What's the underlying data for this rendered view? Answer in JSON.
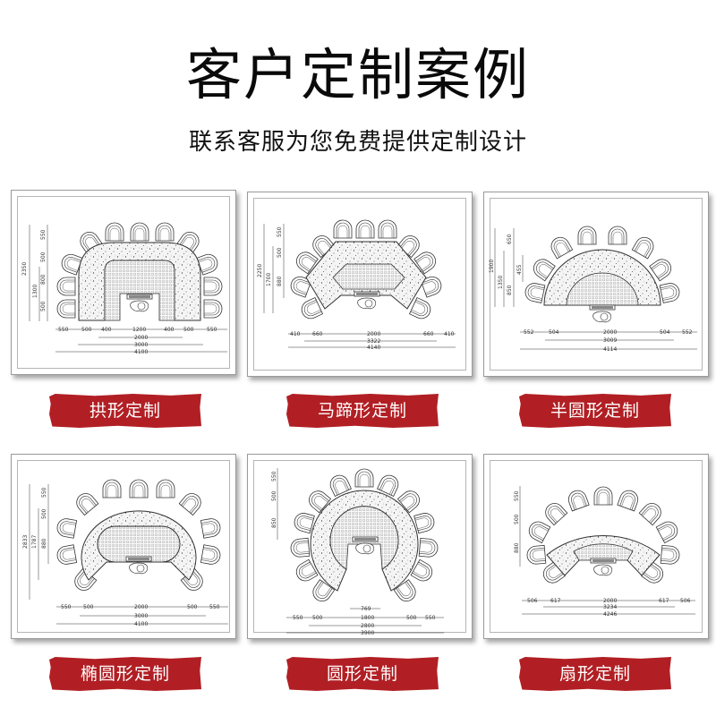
{
  "header": {
    "title": "客户定制案例",
    "subtitle": "联系客服为您免费提供定制设计"
  },
  "accent_color": "#b11f24",
  "cases": [
    {
      "label": "拱形定制",
      "shape": "arch",
      "vertical_dims": [
        "2350",
        "1300",
        "550",
        "500",
        "800",
        "500"
      ],
      "horizontal_dims_row1": [
        "550",
        "500",
        "400",
        "1200",
        "400",
        "500",
        "550"
      ],
      "horizontal_dims_row2": [
        "2000"
      ],
      "horizontal_dims_row3": [
        "3000"
      ],
      "horizontal_dims_row4": [
        "4100"
      ]
    },
    {
      "label": "马蹄形定制",
      "shape": "horseshoe",
      "vertical_dims": [
        "2250",
        "1700",
        "550",
        "500",
        "880"
      ],
      "horizontal_dims_row1": [
        "410",
        "660",
        "2000",
        "660",
        "410"
      ],
      "horizontal_dims_row2": [
        "3322"
      ],
      "horizontal_dims_row3": [
        "4140"
      ]
    },
    {
      "label": "半圆形定制",
      "shape": "semicircle",
      "vertical_dims": [
        "1900",
        "1350",
        "650",
        "850",
        "455"
      ],
      "horizontal_dims_row1": [
        "552",
        "504",
        "2000",
        "504",
        "552"
      ],
      "horizontal_dims_row2": [
        "3009"
      ],
      "horizontal_dims_row3": [
        "4114"
      ]
    },
    {
      "label": "椭圆形定制",
      "shape": "oval",
      "vertical_dims": [
        "2833",
        "1787",
        "550",
        "500",
        "880"
      ],
      "horizontal_dims_row1": [
        "550",
        "500",
        "2000",
        "500",
        "550"
      ],
      "horizontal_dims_row2": [
        "3000"
      ],
      "horizontal_dims_row3": [
        "4100"
      ]
    },
    {
      "label": "圆形定制",
      "shape": "circle",
      "vertical_dims": [
        "550",
        "500",
        "850"
      ],
      "horizontal_dims_top": [
        "769"
      ],
      "horizontal_dims_row1": [
        "550",
        "500",
        "1800",
        "500",
        "550"
      ],
      "horizontal_dims_row2": [
        "2800"
      ],
      "horizontal_dims_row3": [
        "3900"
      ]
    },
    {
      "label": "扇形定制",
      "shape": "fan",
      "vertical_dims": [
        "550",
        "500",
        "880"
      ],
      "horizontal_dims_row1": [
        "506",
        "617",
        "2000",
        "617",
        "506"
      ],
      "horizontal_dims_row2": [
        "3234"
      ],
      "horizontal_dims_row3": [
        "4246"
      ]
    }
  ]
}
